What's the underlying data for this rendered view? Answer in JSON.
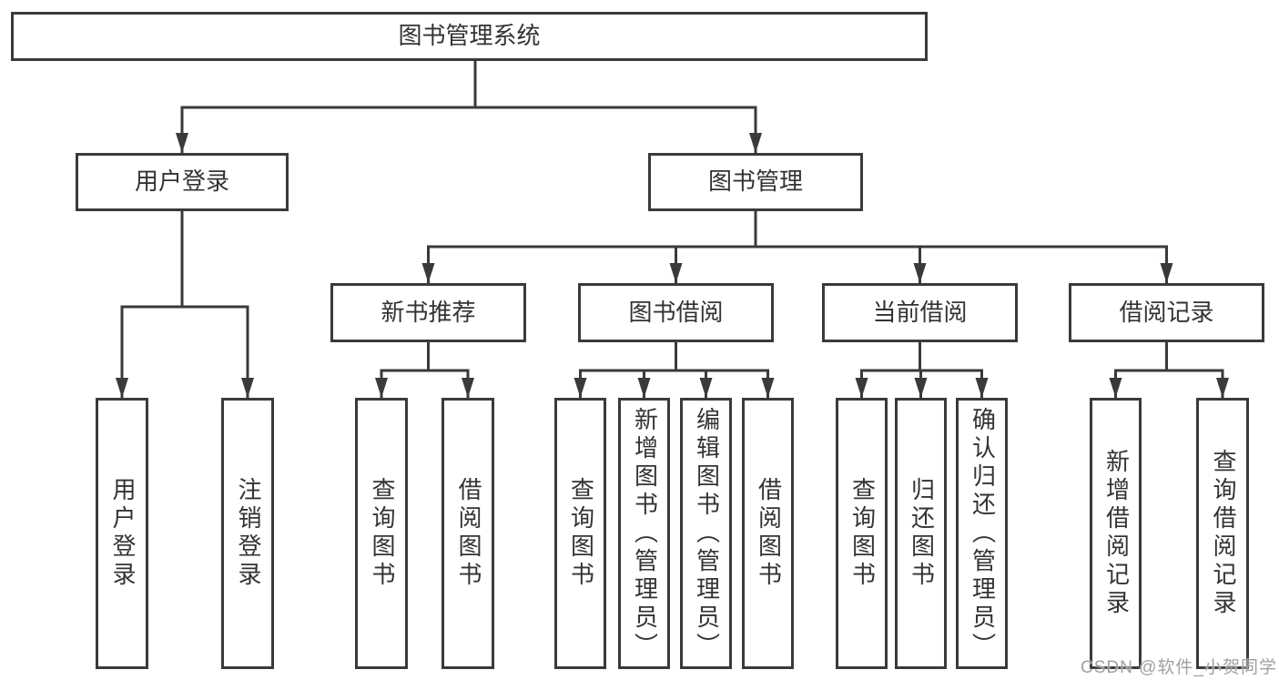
{
  "root": {
    "label": "图书管理系统"
  },
  "branches": [
    {
      "label": "用户登录",
      "children": [
        {
          "label": "用户登录"
        },
        {
          "label": "注销登录"
        }
      ]
    },
    {
      "label": "图书管理",
      "children": [
        {
          "label": "新书推荐",
          "children": [
            {
              "label": "查询图书"
            },
            {
              "label": "借阅图书"
            }
          ]
        },
        {
          "label": "图书借阅",
          "children": [
            {
              "label": "查询图书"
            },
            {
              "label": "新增图书（管理员）"
            },
            {
              "label": "编辑图书（管理员）"
            },
            {
              "label": "借阅图书"
            }
          ]
        },
        {
          "label": "当前借阅",
          "children": [
            {
              "label": "查询图书"
            },
            {
              "label": "归还图书"
            },
            {
              "label": "确认归还（管理员）"
            }
          ]
        },
        {
          "label": "借阅记录",
          "children": [
            {
              "label": "新增借阅记录"
            },
            {
              "label": "查询借阅记录"
            }
          ]
        }
      ]
    }
  ],
  "watermark": "CSDN @软件_小贺同学",
  "colors": {
    "line": "#3a3a3a",
    "text": "#333333",
    "box_background": "#ffffff",
    "watermark": "#a0a0a0",
    "background": "#ffffff"
  }
}
